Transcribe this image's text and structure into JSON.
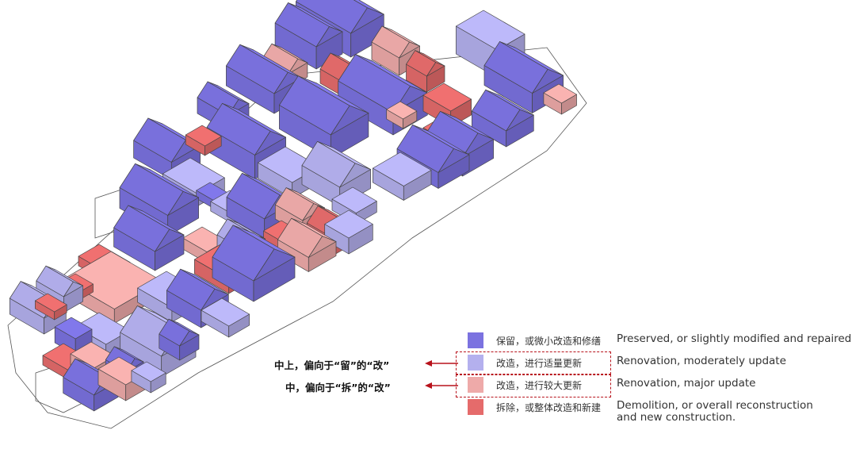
{
  "colors": {
    "preserved": "#7b72e0",
    "moderate": "#b4b0ee",
    "major": "#eeaaa9",
    "demolition": "#e56b6b",
    "outline": "#444444",
    "arrow": "#b8121b"
  },
  "legend": [
    {
      "key": "preserved",
      "cn": "保留，或微小改造和修缮",
      "en": "Preserved, or slightly modified and repaired"
    },
    {
      "key": "moderate",
      "cn": "改造，进行适量更新",
      "en": "Renovation, moderately update"
    },
    {
      "key": "major",
      "cn": "改造，进行较大更新",
      "en": "Renovation, major update"
    },
    {
      "key": "demolition",
      "cn": "拆除，或整体改造和新建",
      "en": "Demolition, or overall reconstruction and new construction."
    }
  ],
  "notes": [
    {
      "text": "中上，偏向于“留”的“改”"
    },
    {
      "text": "中，偏向于“拆”的“改”"
    }
  ]
}
